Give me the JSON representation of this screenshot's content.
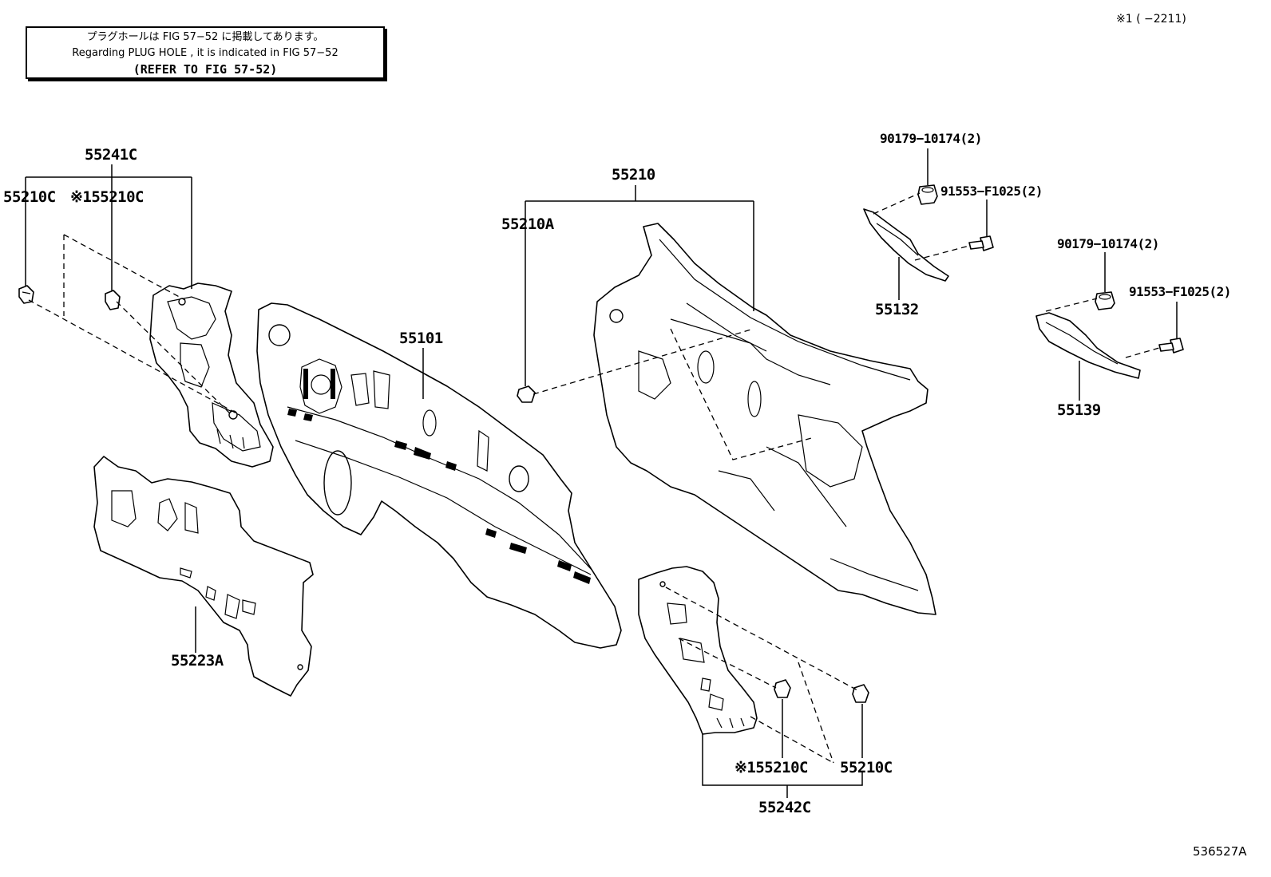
{
  "note": {
    "line_jp": "プラグホールは FIG 57−52 に掲載してあります。",
    "line_en": "Regarding PLUG HOLE , it is indicated in FIG 57−52",
    "line_ref": "(REFER TO FIG 57-52)"
  },
  "footnote_range": "※1 (      −2211)",
  "figure_id": "536527A",
  "labels": {
    "p55241C": "55241C",
    "p55210C_left": "55210C",
    "p55210C_left_star": "※155210C",
    "p55223A": "55223A",
    "p55101": "55101",
    "p55210": "55210",
    "p55210A": "55210A",
    "p90179_top": "90179−10174(2)",
    "p91553_top": "91553−F1025(2)",
    "p55132": "55132",
    "p90179_right": "90179−10174(2)",
    "p91553_right": "91553−F1025(2)",
    "p55139": "55139",
    "p55210C_bottom_star": "※155210C",
    "p55210C_bottom": "55210C",
    "p55242C": "55242C"
  }
}
